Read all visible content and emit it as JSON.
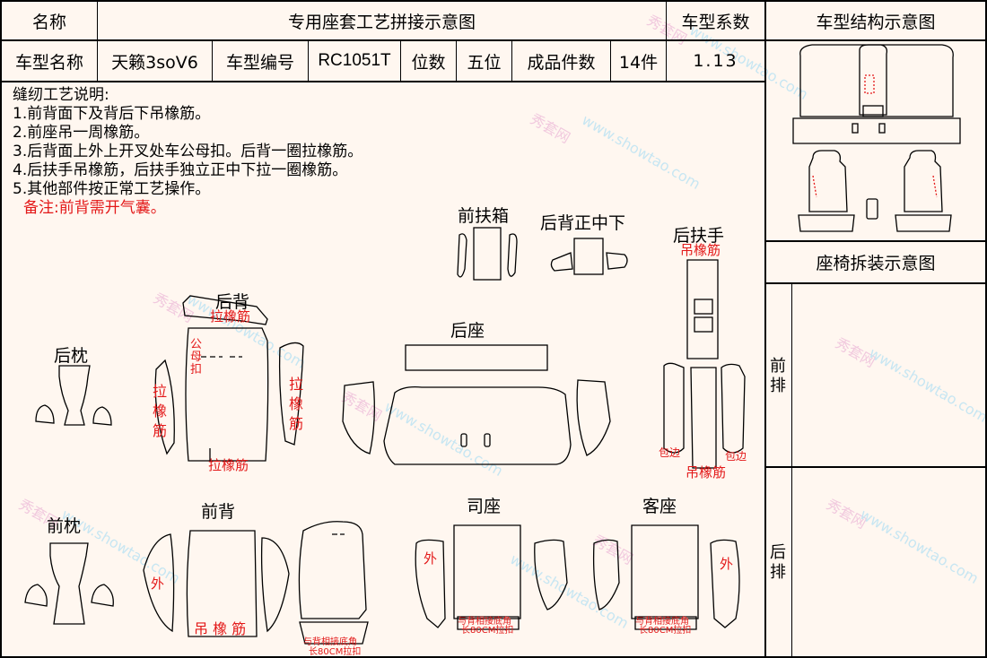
{
  "header": {
    "name_label": "名称",
    "title": "专用座套工艺拼接示意图",
    "coef_label": "车型系数",
    "structure_title": "车型结构示意图"
  },
  "info": {
    "model_name_label": "车型名称",
    "model_name": "天籁3soV6",
    "model_code_label": "车型编号",
    "model_code": "RC1051T",
    "seats_label": "位数",
    "seats": "五位",
    "pieces_label": "成品件数",
    "pieces": "14件",
    "coef": "1.13"
  },
  "notes": {
    "title": "缝纫工艺说明:",
    "items": [
      "1.前背面下及背后下吊橡筋。",
      "2.前座吊一周橡筋。",
      "3.后背面上外上开叉处车公母扣。后背一圈拉橡筋。",
      "4.后扶手吊橡筋，后扶手独立正中下拉一圈橡筋。",
      "5.其他部件按正常工艺操作。"
    ],
    "remark": "备注:前背需开气囊。"
  },
  "right_panel": {
    "disassembly_title": "座椅拆装示意图",
    "front_row": "前排",
    "rear_row": "后排"
  },
  "parts": {
    "front_armrest_box": "前扶箱",
    "rear_back_center_bottom": "后背正中下",
    "rear_armrest": "后扶手",
    "rear_headrest": "后枕",
    "rear_back": "后背",
    "rear_seat": "后座",
    "front_headrest": "前枕",
    "front_back": "前背",
    "driver_seat": "司座",
    "passenger_seat": "客座"
  },
  "annotations": {
    "pull_elastic": "拉橡筋",
    "pull_elastic_v": "拉橡筋",
    "snap_button": "公母扣",
    "hang_elastic": "吊橡筋",
    "hang_elastic_spaced": "吊 橡 筋",
    "outer": "外",
    "edge_wrap": "包边",
    "seat_note_line1": "与背相接底角",
    "seat_note_line2": "长80CM拉扣"
  },
  "watermark": {
    "brand": "秀套网",
    "url": "www.showtao.com"
  },
  "colors": {
    "background": "#fff7f0",
    "annotation_red": "#e31919",
    "watermark_blue": "#c7e6f2",
    "watermark_pink": "#f1c9de"
  }
}
